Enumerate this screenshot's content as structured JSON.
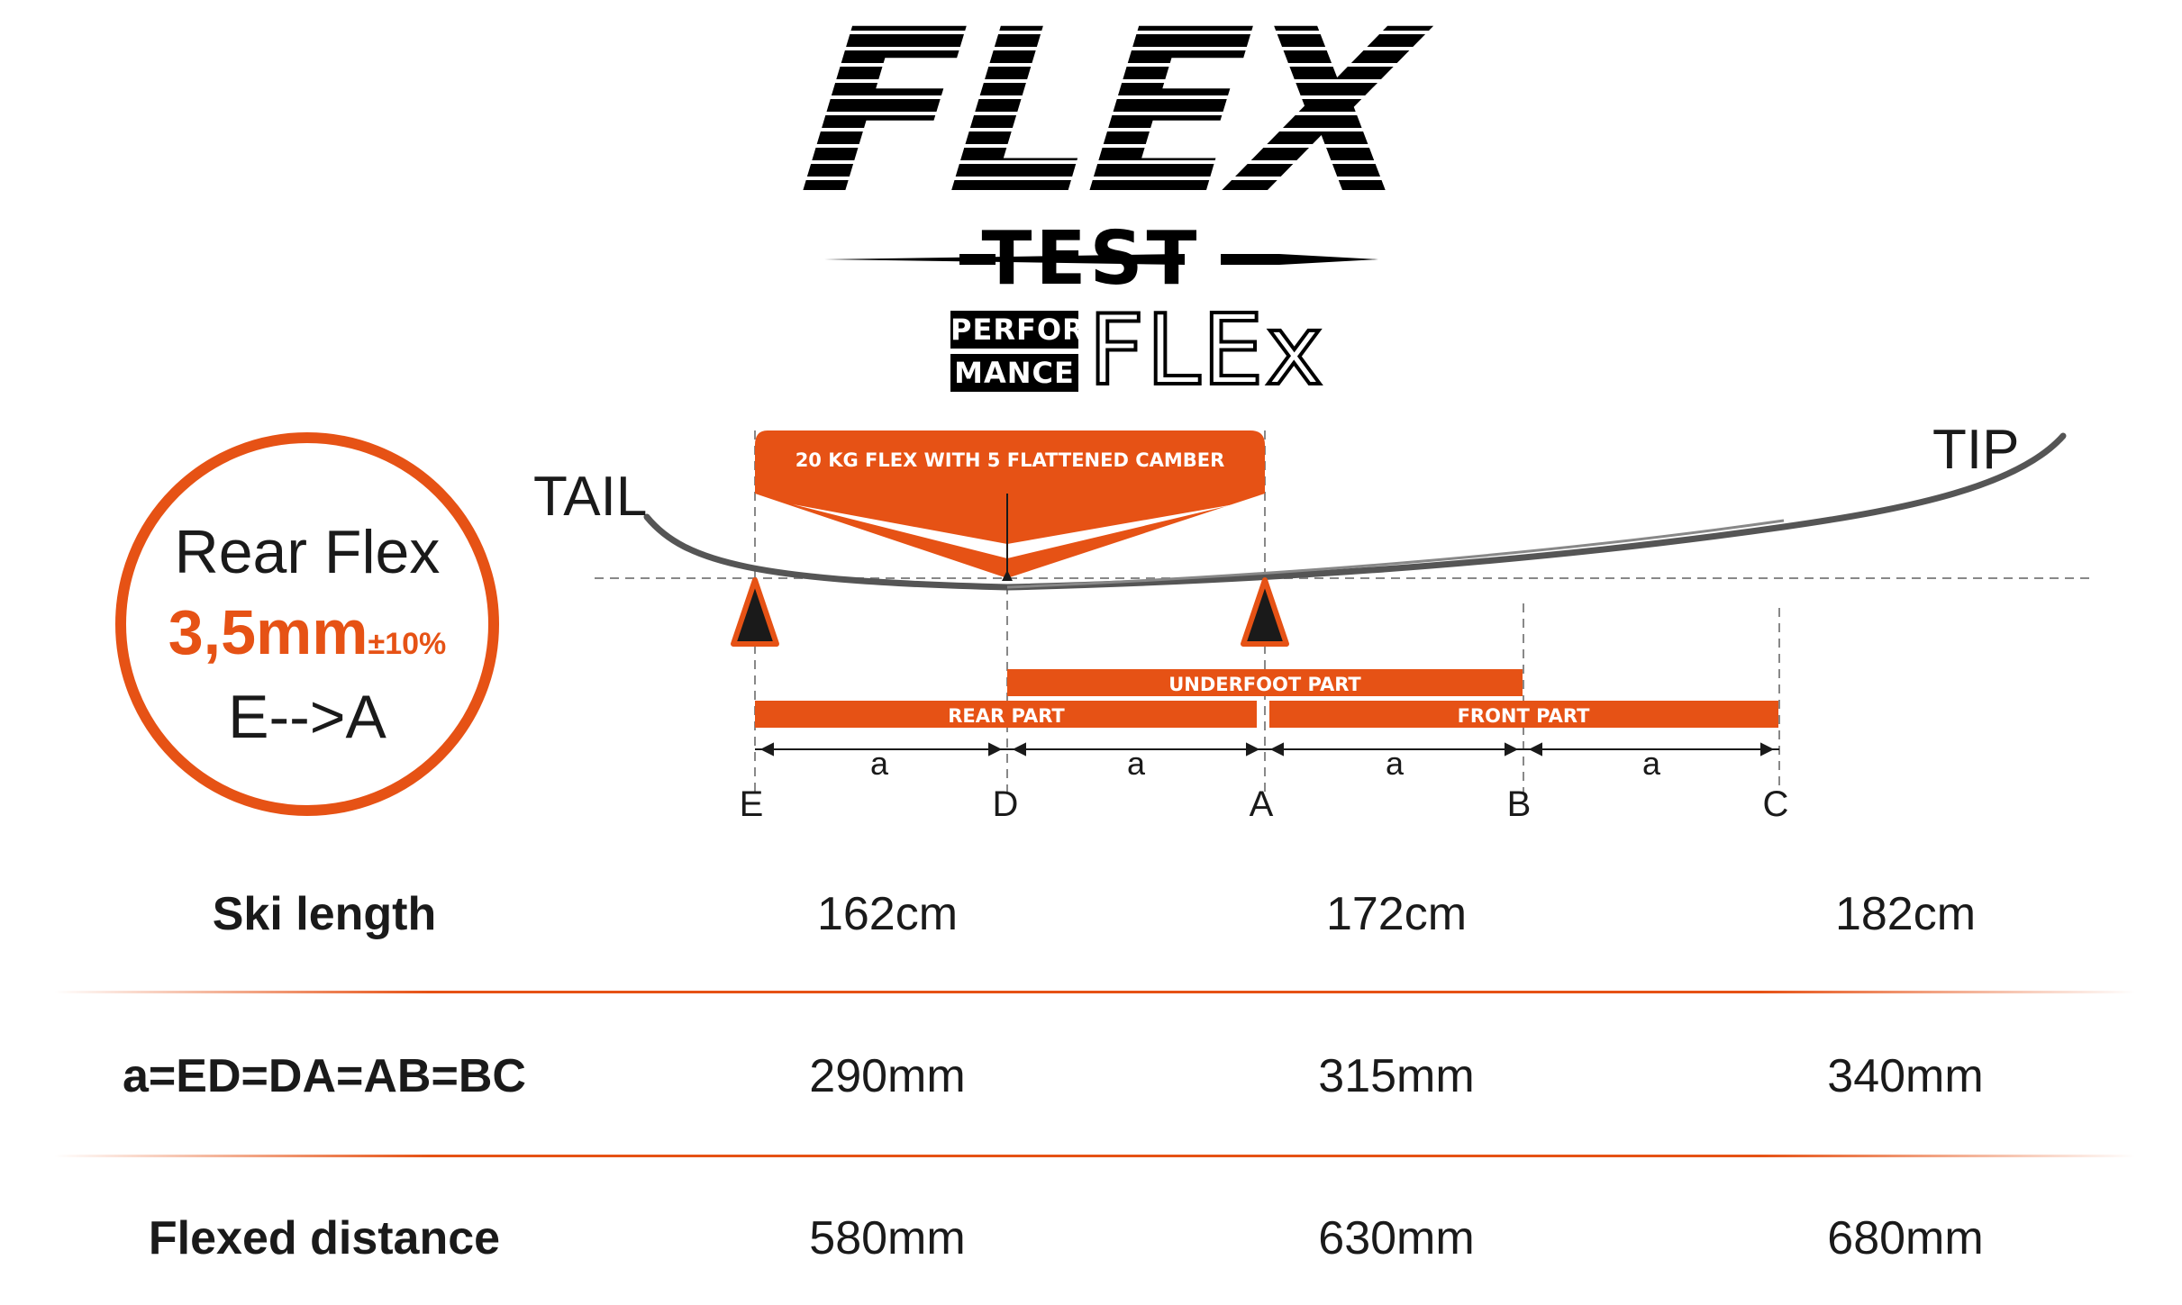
{
  "logo": {
    "flex": "FLEX",
    "test": "TEST",
    "perf_line1": "PERFOR",
    "perf_line2": "MANCE",
    "perf_flex": "FLEx"
  },
  "rear_flex": {
    "title": "Rear Flex",
    "value": "3,5mm",
    "tolerance": "±10%",
    "range": "E-->A"
  },
  "diagram": {
    "tail_label": "TAIL",
    "tip_label": "TIP",
    "callout": "20 KG FLEX WITH 5 FLATTENED CAMBER",
    "underfoot_part": "UNDERFOOT PART",
    "rear_part": "REAR PART",
    "front_part": "FRONT PART",
    "segment_label": "a",
    "points": [
      "E",
      "D",
      "A",
      "B",
      "C"
    ],
    "accent_color": "#e65215"
  },
  "table": {
    "rows": [
      {
        "label": "Ski length",
        "values": [
          "162cm",
          "172cm",
          "182cm"
        ]
      },
      {
        "label": "a=ED=DA=AB=BC",
        "values": [
          "290mm",
          "315mm",
          "340mm"
        ]
      },
      {
        "label": "Flexed distance",
        "values": [
          "580mm",
          "630mm",
          "680mm"
        ]
      }
    ]
  }
}
